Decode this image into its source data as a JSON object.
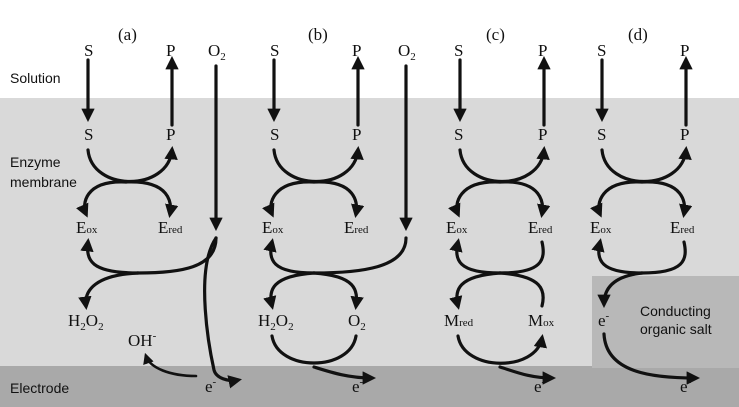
{
  "regions": {
    "solution": "Solution",
    "enzyme_line1": "Enzyme",
    "enzyme_line2": "membrane",
    "electrode": "Electrode",
    "conducting_line1": "Conducting",
    "conducting_line2": "organic salt"
  },
  "panels": {
    "a": {
      "tag": "(a)",
      "substrate": "S",
      "product": "P",
      "oxygen": "O",
      "oxygen_sub": "2",
      "substrate_in": "S",
      "product_in": "P",
      "e_ox": "E",
      "e_ox_sub": "ox",
      "e_red": "E",
      "e_red_sub": "red",
      "h2o2_a": "H",
      "h2o2_sub1": "2",
      "h2o2_b": "O",
      "h2o2_sub2": "2",
      "hydroxide": "OH",
      "hydroxide_sup": "-",
      "electron": "e",
      "electron_sup": "-"
    },
    "b": {
      "tag": "(b)",
      "substrate": "S",
      "product": "P",
      "oxygen": "O",
      "oxygen_sub": "2",
      "substrate_in": "S",
      "product_in": "P",
      "e_ox": "E",
      "e_ox_sub": "ox",
      "e_red": "E",
      "e_red_sub": "red",
      "h2o2_a": "H",
      "h2o2_sub1": "2",
      "h2o2_b": "O",
      "h2o2_sub2": "2",
      "o2": "O",
      "o2_sub": "2",
      "electron": "e",
      "electron_sup": "-"
    },
    "c": {
      "tag": "(c)",
      "substrate": "S",
      "product": "P",
      "substrate_in": "S",
      "product_in": "P",
      "e_ox": "E",
      "e_ox_sub": "ox",
      "e_red": "E",
      "e_red_sub": "red",
      "m_red": "M",
      "m_red_sub": "red",
      "m_ox": "M",
      "m_ox_sub": "ox",
      "electron": "e",
      "electron_sup": "-"
    },
    "d": {
      "tag": "(d)",
      "substrate": "S",
      "product": "P",
      "substrate_in": "S",
      "product_in": "P",
      "e_ox": "E",
      "e_ox_sub": "ox",
      "e_red": "E",
      "e_red_sub": "red",
      "electron_mid": "e",
      "electron_mid_sup": "-",
      "electron": "e",
      "electron_sup": "-"
    }
  },
  "colors": {
    "membrane": "#d9d9d9",
    "electrode": "#a9a9a9",
    "salt": "#b8b8b8"
  }
}
